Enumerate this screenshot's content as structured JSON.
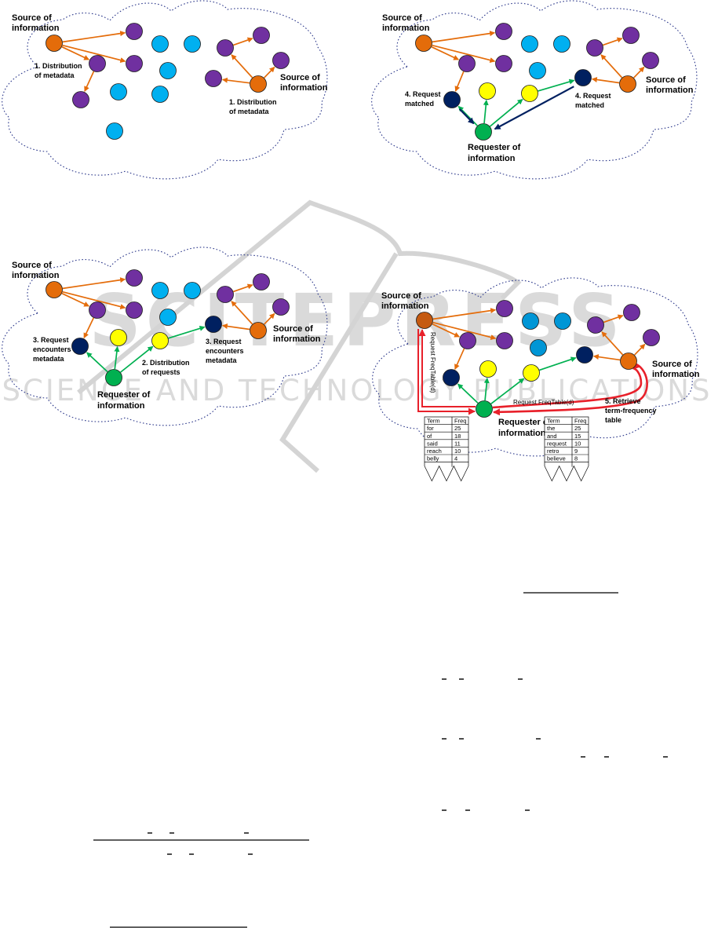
{
  "colors": {
    "source": "#E46C0A",
    "source_dark": "#C55A11",
    "metadata": "#7030A0",
    "idle": "#00B0F0",
    "idle_dark": "#0096D6",
    "request": "#FFFF00",
    "requester": "#00B050",
    "matched": "#002060",
    "arrow_metadata": "#E46C0A",
    "arrow_request": "#00B050",
    "arrow_match": "#002060",
    "arrow_retrieve": "#E8202A",
    "cloud_outline": "#2E3A8C",
    "watermark": "#D4D4D4"
  },
  "watermark": {
    "brand": "SCITEPRESS",
    "tagline": "SCIENCE AND TECHNOLOGY PUBLICATIONS"
  },
  "panels": [
    {
      "id": "step1",
      "labels": {
        "source_left": [
          "Source of",
          "information"
        ],
        "source_right": [
          "Source of",
          "information"
        ],
        "step_left": [
          "1. Distribution",
          "of metadata"
        ],
        "step_right": [
          "1. Distribution",
          "of metadata"
        ]
      }
    },
    {
      "id": "step4",
      "labels": {
        "source_left": [
          "Source of",
          "information"
        ],
        "source_right": [
          "Source of",
          "information"
        ],
        "step_left": [
          "4. Request",
          "matched"
        ],
        "step_right": [
          "4. Request",
          "matched"
        ],
        "requester": [
          "Requester of",
          "information"
        ]
      }
    },
    {
      "id": "step3",
      "labels": {
        "source_left": [
          "Source of",
          "information"
        ],
        "source_right": [
          "Source of",
          "information"
        ],
        "step_left": [
          "3. Request",
          "encounters",
          "metadata"
        ],
        "step_right": [
          "3. Request",
          "encounters",
          "metadata"
        ],
        "step_mid": [
          "2. Distribution",
          "of requests"
        ],
        "requester": [
          "Requester of",
          "information"
        ]
      }
    },
    {
      "id": "step5",
      "labels": {
        "source_left": [
          "Source of",
          "information"
        ],
        "source_right": [
          "Source of",
          "information"
        ],
        "step_right": [
          "5. Retrieve",
          "term-frequency",
          "table"
        ],
        "requester": [
          "Requester of",
          "information"
        ],
        "request_vertical": "Request FreqTable(d)",
        "request_horizontal": "Request  FreqTable(d)"
      },
      "tables": [
        {
          "headers": [
            "Term",
            "Freq"
          ],
          "rows": [
            [
              "for",
              "25"
            ],
            [
              "of",
              "18"
            ],
            [
              "said",
              "11"
            ],
            [
              "reach",
              "10"
            ],
            [
              "belly",
              "4"
            ]
          ]
        },
        {
          "headers": [
            "Term",
            "Freq"
          ],
          "rows": [
            [
              "the",
              "25"
            ],
            [
              "and",
              "15"
            ],
            [
              "request",
              "10"
            ],
            [
              "retro",
              "9"
            ],
            [
              "believe",
              "8"
            ]
          ]
        }
      ]
    }
  ]
}
